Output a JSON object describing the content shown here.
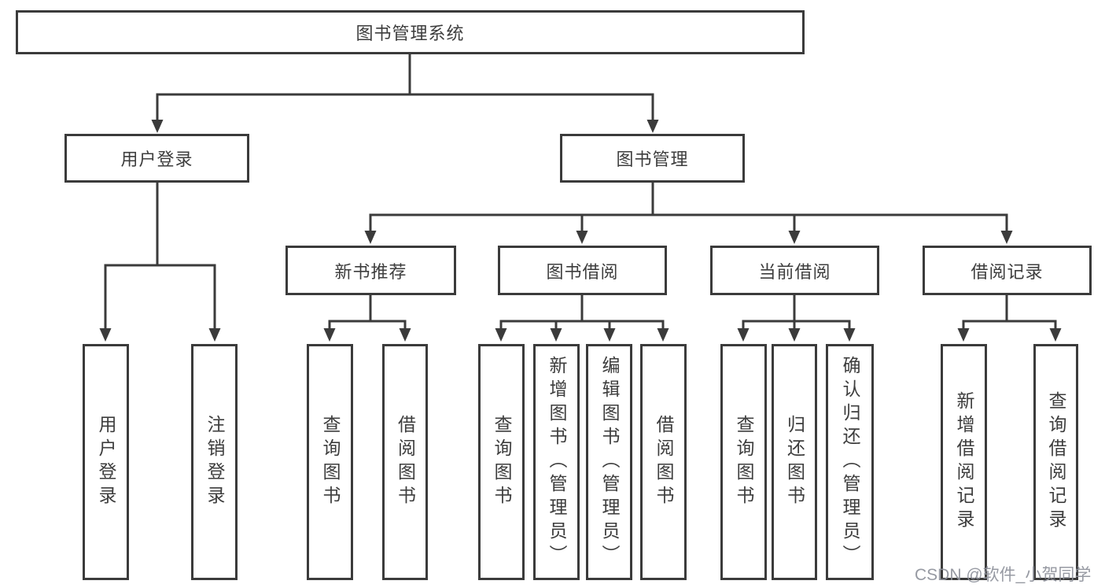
{
  "tree": {
    "root": {
      "label": "图书管理系统"
    },
    "branches": [
      {
        "label": "用户登录",
        "children": [
          {
            "label": "用户登录"
          },
          {
            "label": "注销登录"
          }
        ]
      },
      {
        "label": "图书管理",
        "children": [
          {
            "label": "新书推荐",
            "children": [
              {
                "label": "查询图书"
              },
              {
                "label": "借阅图书"
              }
            ]
          },
          {
            "label": "图书借阅",
            "children": [
              {
                "label": "查询图书"
              },
              {
                "label": "新增图书（管理员）"
              },
              {
                "label": "编辑图书（管理员）"
              },
              {
                "label": "借阅图书"
              }
            ]
          },
          {
            "label": "当前借阅",
            "children": [
              {
                "label": "查询图书"
              },
              {
                "label": "归还图书"
              },
              {
                "label": "确认归还（管理员）"
              }
            ]
          },
          {
            "label": "借阅记录",
            "children": [
              {
                "label": "新增借阅记录"
              },
              {
                "label": "查询借阅记录"
              }
            ]
          }
        ]
      }
    ]
  },
  "watermark": {
    "text": "CSDN @软件_小贺同学"
  },
  "colors": {
    "line": "#3b3b3b",
    "text": "#3d3d3d",
    "background": "#ffffff",
    "watermark": "#8d909a"
  }
}
